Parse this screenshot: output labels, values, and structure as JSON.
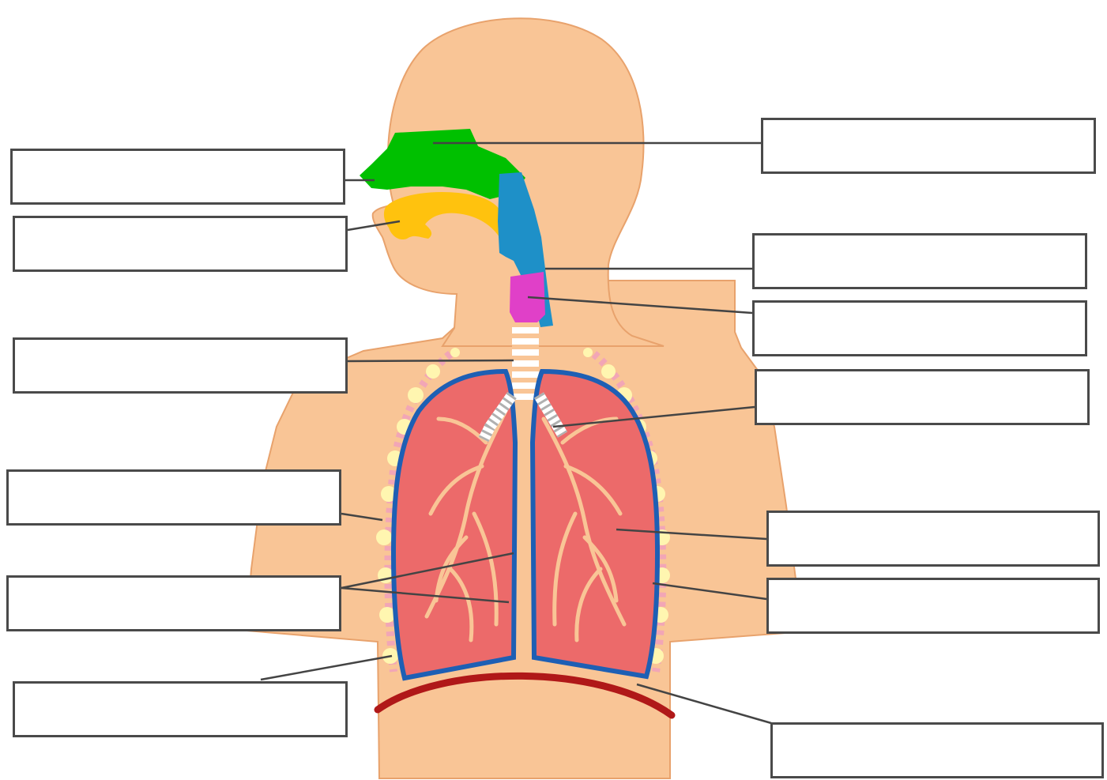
{
  "diagram": {
    "colors": {
      "skin": "#f9c596",
      "skin_outline": "#e8a26c",
      "nasal_cavity": "#00c000",
      "oral_cavity": "#ffc20e",
      "pharynx": "#1e90c8",
      "larynx": "#e040c8",
      "lung": "#ec6a6a",
      "pleura": "#1e5fb4",
      "bronchi": "#f9c596",
      "diaphragm": "#b01818",
      "ribs": "#fff6b0",
      "leader_line": "#444444"
    },
    "labels": [
      {
        "id": "nasal-cavity",
        "text": ""
      },
      {
        "id": "oral-cavity",
        "text": ""
      },
      {
        "id": "trachea",
        "text": ""
      },
      {
        "id": "ribs",
        "text": ""
      },
      {
        "id": "pleura-lung",
        "text": ""
      },
      {
        "id": "intercostal",
        "text": ""
      },
      {
        "id": "nasopharynx",
        "text": ""
      },
      {
        "id": "pharynx",
        "text": ""
      },
      {
        "id": "larynx",
        "text": ""
      },
      {
        "id": "bronchi",
        "text": ""
      },
      {
        "id": "bronchioles",
        "text": ""
      },
      {
        "id": "lung",
        "text": ""
      },
      {
        "id": "diaphragm",
        "text": ""
      }
    ]
  }
}
